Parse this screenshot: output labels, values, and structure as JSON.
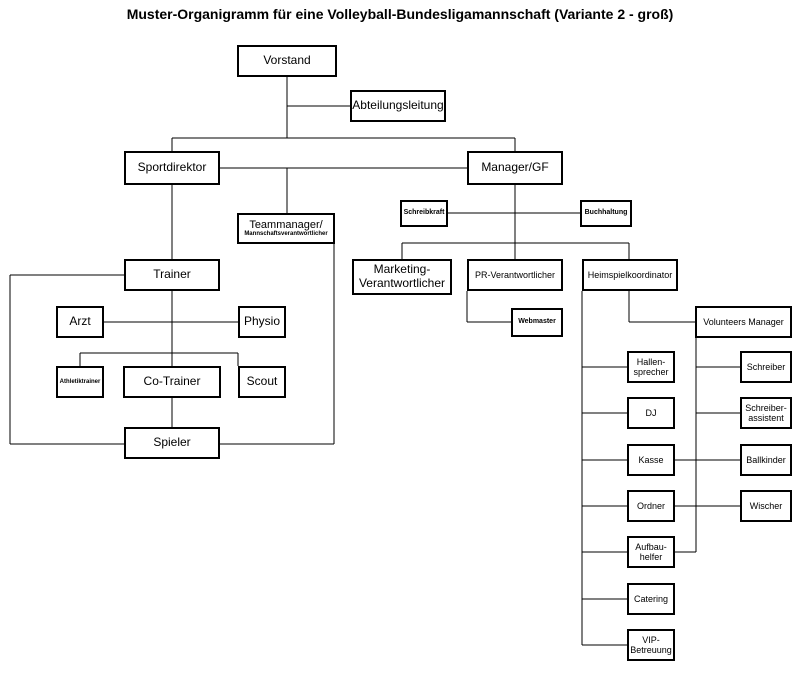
{
  "title": "Muster-Organigramm für eine Volleyball-Bundesligamannschaft (Variante 2 - groß)",
  "nodes": {
    "vorstand": "Vorstand",
    "abteilungsleitung": "Abteilungsleitung",
    "sportdirektor": "Sportdirektor",
    "manager": "Manager/GF",
    "teammanager_1": "Teammanager/",
    "teammanager_2": "Mannschaftsverantwortlicher",
    "schreibkraft": "Schreibkraft",
    "buchhaltung": "Buchhaltung",
    "trainer": "Trainer",
    "marketing": "Marketing-\nVerantwortlicher",
    "pr": "PR-Verantwortlicher",
    "heimspiel": "Heimspielkoordinator",
    "arzt": "Arzt",
    "physio": "Physio",
    "webmaster": "Webmaster",
    "volunteers": "Volunteers Manager",
    "athletiktrainer": "Athletiktrainer",
    "cotrainer": "Co-Trainer",
    "scout": "Scout",
    "spieler": "Spieler",
    "hallensprecher": "Hallen-\nsprecher",
    "dj": "DJ",
    "kasse": "Kasse",
    "ordner": "Ordner",
    "aufbauhelfer": "Aufbau-\nhelfer",
    "catering": "Catering",
    "vip": "VIP-\nBetreuung",
    "schreiber": "Schreiber",
    "schreiberassistent": "Schreiber-\nassistent",
    "ballkinder": "Ballkinder",
    "wischer": "Wischer"
  }
}
